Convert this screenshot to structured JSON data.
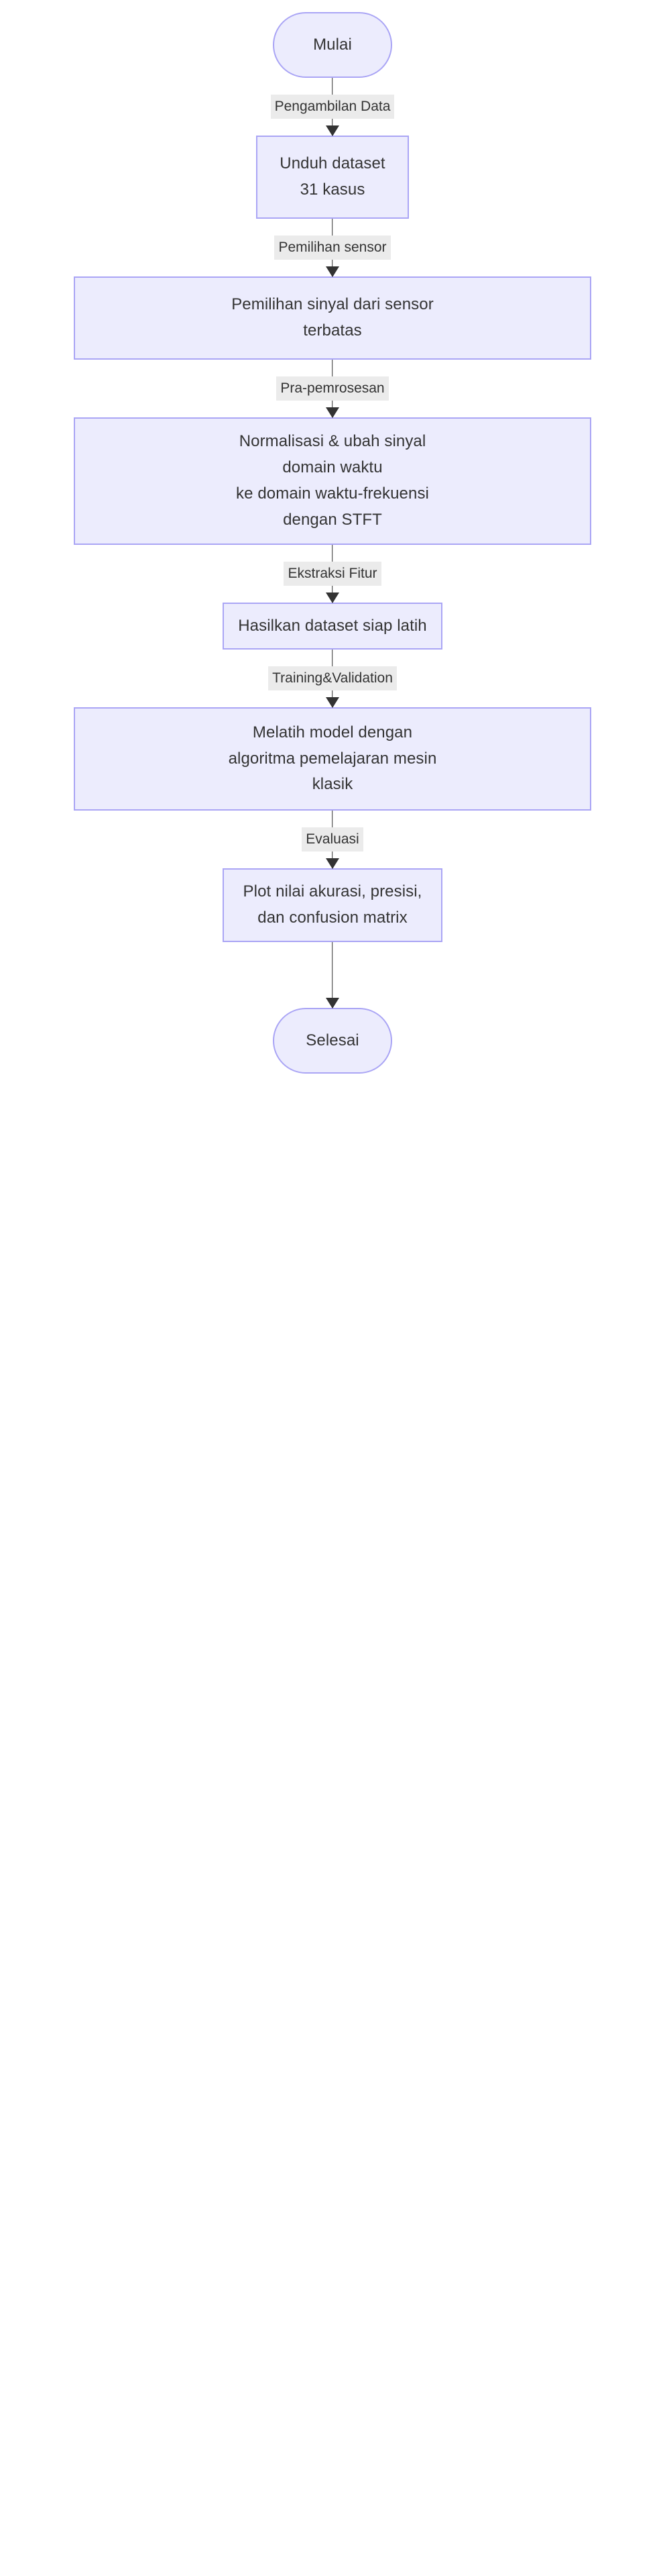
{
  "diagram": {
    "type": "flowchart",
    "orientation": "top-to-bottom",
    "theme": {
      "node_fill": "#ececfd",
      "node_border": "#aaa5f5",
      "text_color": "#333333",
      "edge_color": "#333333",
      "edge_label_background": "#ebebeb",
      "canvas_background": "#ffffff"
    },
    "nodes": [
      {
        "id": "start",
        "shape": "terminator",
        "lines": [
          "Mulai"
        ]
      },
      {
        "id": "download",
        "shape": "process",
        "lines": [
          "Unduh dataset",
          "31 kasus"
        ]
      },
      {
        "id": "select",
        "shape": "process",
        "lines": [
          "Pemilihan sinyal dari sensor",
          "terbatas"
        ]
      },
      {
        "id": "stft",
        "shape": "process",
        "lines": [
          "Normalisasi & ubah sinyal",
          "domain waktu",
          "ke domain waktu-frekuensi",
          "dengan STFT"
        ]
      },
      {
        "id": "ready",
        "shape": "process",
        "lines": [
          "Hasilkan dataset siap latih"
        ]
      },
      {
        "id": "train",
        "shape": "process",
        "lines": [
          "Melatih model dengan",
          "algoritma pemelajaran mesin",
          "klasik"
        ]
      },
      {
        "id": "plot",
        "shape": "process",
        "lines": [
          "Plot nilai akurasi, presisi,",
          "dan confusion matrix"
        ]
      },
      {
        "id": "end",
        "shape": "terminator",
        "lines": [
          "Selesai"
        ]
      }
    ],
    "edges": [
      {
        "from": "start",
        "to": "download",
        "label": "Pengambilan Data"
      },
      {
        "from": "download",
        "to": "select",
        "label": "Pemilihan sensor"
      },
      {
        "from": "select",
        "to": "stft",
        "label": "Pra-pemrosesan"
      },
      {
        "from": "stft",
        "to": "ready",
        "label": "Ekstraksi Fitur"
      },
      {
        "from": "ready",
        "to": "train",
        "label": "Training&Validation"
      },
      {
        "from": "train",
        "to": "plot",
        "label": "Evaluasi"
      },
      {
        "from": "plot",
        "to": "end",
        "label": ""
      }
    ]
  }
}
